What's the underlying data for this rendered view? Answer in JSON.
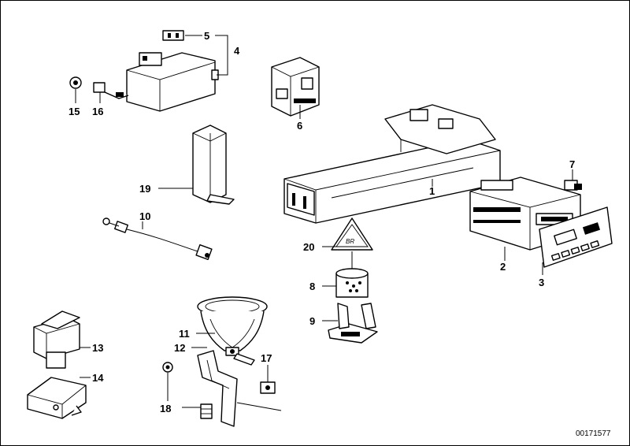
{
  "diagram": {
    "callouts": {
      "c1": "1",
      "c2": "2",
      "c3": "3",
      "c4": "4",
      "c5": "5",
      "c6": "6",
      "c7": "7",
      "c8": "8",
      "c9": "9",
      "c10": "10",
      "c11": "11",
      "c12": "12",
      "c13": "13",
      "c14": "14",
      "c15": "15",
      "c16": "16",
      "c17": "17",
      "c18": "18",
      "c19": "19",
      "c20": "20"
    },
    "reference_number": "00171577"
  }
}
